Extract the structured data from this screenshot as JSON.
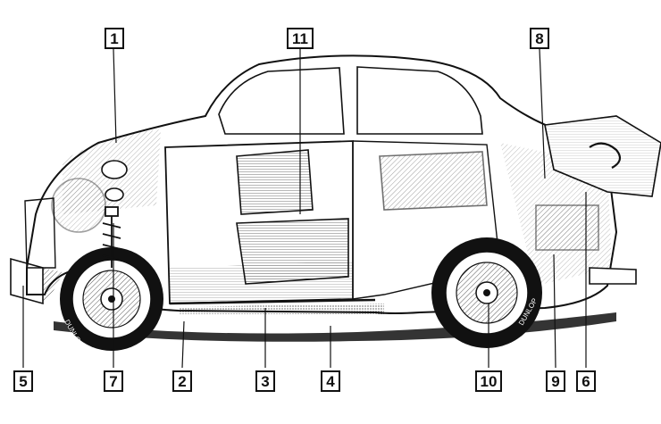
{
  "figure": {
    "subject": "cutaway-car",
    "line_color": "#111111",
    "background": "#ffffff",
    "tire_text": "DUNLOP"
  },
  "callouts": [
    {
      "id": "1",
      "label": "1"
    },
    {
      "id": "11",
      "label": "11"
    },
    {
      "id": "8",
      "label": "8"
    },
    {
      "id": "5",
      "label": "5"
    },
    {
      "id": "7",
      "label": "7"
    },
    {
      "id": "2",
      "label": "2"
    },
    {
      "id": "3",
      "label": "3"
    },
    {
      "id": "4",
      "label": "4"
    },
    {
      "id": "10",
      "label": "10"
    },
    {
      "id": "9",
      "label": "9"
    },
    {
      "id": "6",
      "label": "6"
    }
  ]
}
